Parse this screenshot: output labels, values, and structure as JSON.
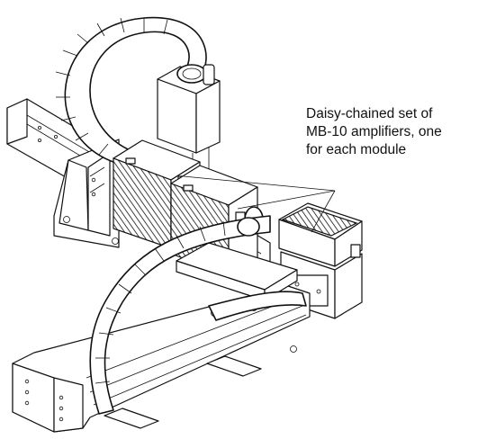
{
  "callout": {
    "lines": [
      "Daisy-chained set of",
      "MB-10 amplifiers, one",
      "for each module"
    ]
  }
}
